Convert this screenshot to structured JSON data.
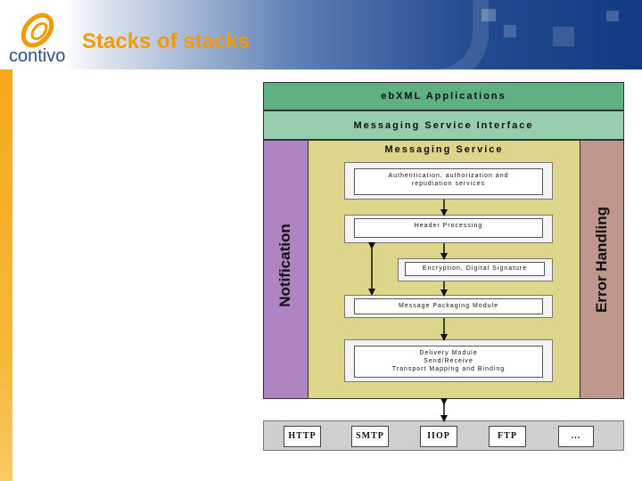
{
  "header": {
    "title": "Stacks of stacks",
    "logo_text": "contivo"
  },
  "diagram": {
    "top_layers": [
      {
        "label": "ebXML Applications",
        "color": "#5fb184"
      },
      {
        "label": "Messaging Service Interface",
        "color": "#97cfae"
      }
    ],
    "messaging_service": {
      "label": "Messaging Service",
      "color": "#ddd68a"
    },
    "notification": {
      "label": "Notification",
      "color": "#b084c2"
    },
    "error_handling": {
      "label": "Error Handling",
      "color": "#bf978c"
    },
    "modules": {
      "auth_line1": "Authentication, authorization and",
      "auth_line2": "repudiation services",
      "header": "Header Processing",
      "encryption": "Encryption, Digital Signature",
      "packaging": "Message Packaging Module",
      "delivery_line1": "Delivery Module",
      "delivery_line2": "Send/Receive",
      "delivery_line3": "Transport Mapping and Binding"
    },
    "protocols": [
      "HTTP",
      "SMTP",
      "IIOP",
      "FTP",
      "..."
    ]
  }
}
